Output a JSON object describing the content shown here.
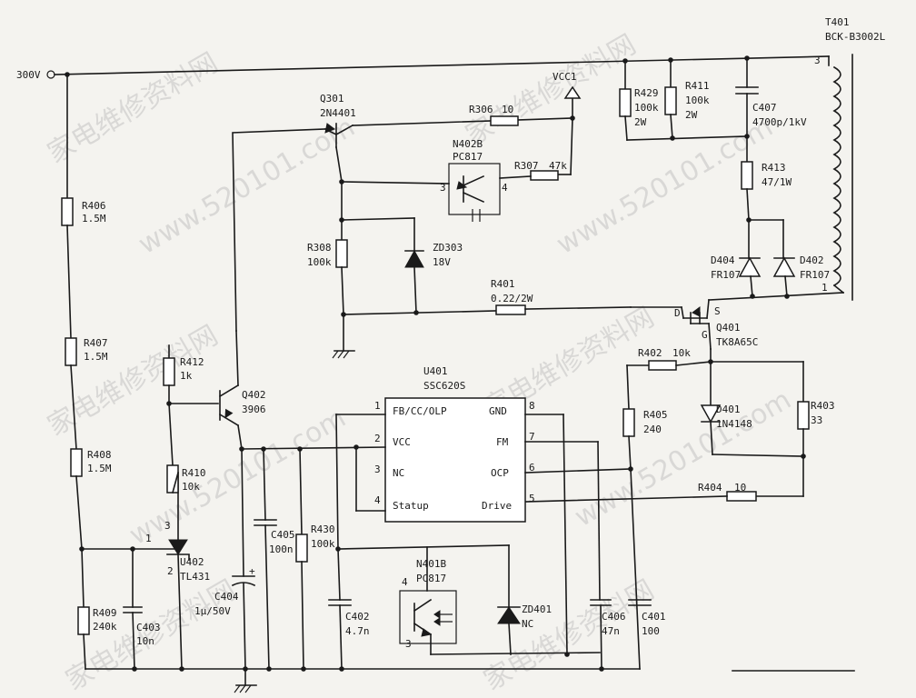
{
  "rails": {
    "input": "300V",
    "vcc": "VCC1"
  },
  "transformer": {
    "ref": "T401",
    "model": "BCK-B3002L",
    "pin_top": "3",
    "pin_bottom": "1"
  },
  "ic": {
    "ref": "U401",
    "model": "SSC620S",
    "pins": [
      {
        "num": "1",
        "name": "FB/CC/OLP"
      },
      {
        "num": "2",
        "name": "VCC"
      },
      {
        "num": "3",
        "name": "NC"
      },
      {
        "num": "4",
        "name": "Statup"
      },
      {
        "num": "8",
        "name": "GND"
      },
      {
        "num": "7",
        "name": "FM"
      },
      {
        "num": "6",
        "name": "OCP"
      },
      {
        "num": "5",
        "name": "Drive"
      }
    ]
  },
  "components": {
    "q301": {
      "ref": "Q301",
      "value": "2N4401"
    },
    "q402": {
      "ref": "Q402",
      "value": "3906"
    },
    "q401": {
      "ref": "Q401",
      "value": "TK8A65C",
      "pin_d": "D",
      "pin_s": "S",
      "pin_g": "G"
    },
    "u402": {
      "ref": "U402",
      "value": "TL431",
      "pin1": "1",
      "pin2": "2",
      "pin3": "3"
    },
    "n402b": {
      "ref": "N402B",
      "value": "PC817",
      "pin3": "3",
      "pin4": "4"
    },
    "n401b": {
      "ref": "N401B",
      "value": "PC817",
      "pin3": "3",
      "pin4": "4"
    },
    "r306": {
      "ref": "R306",
      "value": "10"
    },
    "r307": {
      "ref": "R307",
      "value": "47k"
    },
    "r308": {
      "ref": "R308",
      "value": "100k"
    },
    "zd303": {
      "ref": "ZD303",
      "value": "18V"
    },
    "r401": {
      "ref": "R401",
      "value": "0.22/2W"
    },
    "r429": {
      "ref": "R429",
      "value": "100k",
      "rating": "2W"
    },
    "r411": {
      "ref": "R411",
      "value": "100k",
      "rating": "2W"
    },
    "c407": {
      "ref": "C407",
      "value": "4700p/1kV"
    },
    "r413": {
      "ref": "R413",
      "value": "47/1W"
    },
    "d404": {
      "ref": "D404",
      "value": "FR107"
    },
    "d402": {
      "ref": "D402",
      "value": "FR107"
    },
    "r406": {
      "ref": "R406",
      "value": "1.5M"
    },
    "r407": {
      "ref": "R407",
      "value": "1.5M"
    },
    "r408": {
      "ref": "R408",
      "value": "1.5M"
    },
    "r409": {
      "ref": "R409",
      "value": "240k"
    },
    "c403": {
      "ref": "C403",
      "value": "10n"
    },
    "r412": {
      "ref": "R412",
      "value": "1k"
    },
    "r410": {
      "ref": "R410",
      "value": "10k"
    },
    "c404": {
      "ref": "C404",
      "value": "1μ/50V"
    },
    "c405": {
      "ref": "C405",
      "value": "100n"
    },
    "r430": {
      "ref": "R430",
      "value": "100k"
    },
    "c402": {
      "ref": "C402",
      "value": "4.7n"
    },
    "zd401": {
      "ref": "ZD401",
      "value": "NC"
    },
    "c406": {
      "ref": "C406",
      "value": "47n"
    },
    "c401": {
      "ref": "C401",
      "value": "100"
    },
    "r402": {
      "ref": "R402",
      "value": "10k"
    },
    "r405": {
      "ref": "R405",
      "value": "240"
    },
    "d401": {
      "ref": "D401",
      "value": "1N4148"
    },
    "r403": {
      "ref": "R403",
      "value": "33"
    },
    "r404": {
      "ref": "R404",
      "value": "10"
    }
  },
  "watermark": {
    "cn": "家电维修资料网",
    "url": "www.520101.com"
  }
}
